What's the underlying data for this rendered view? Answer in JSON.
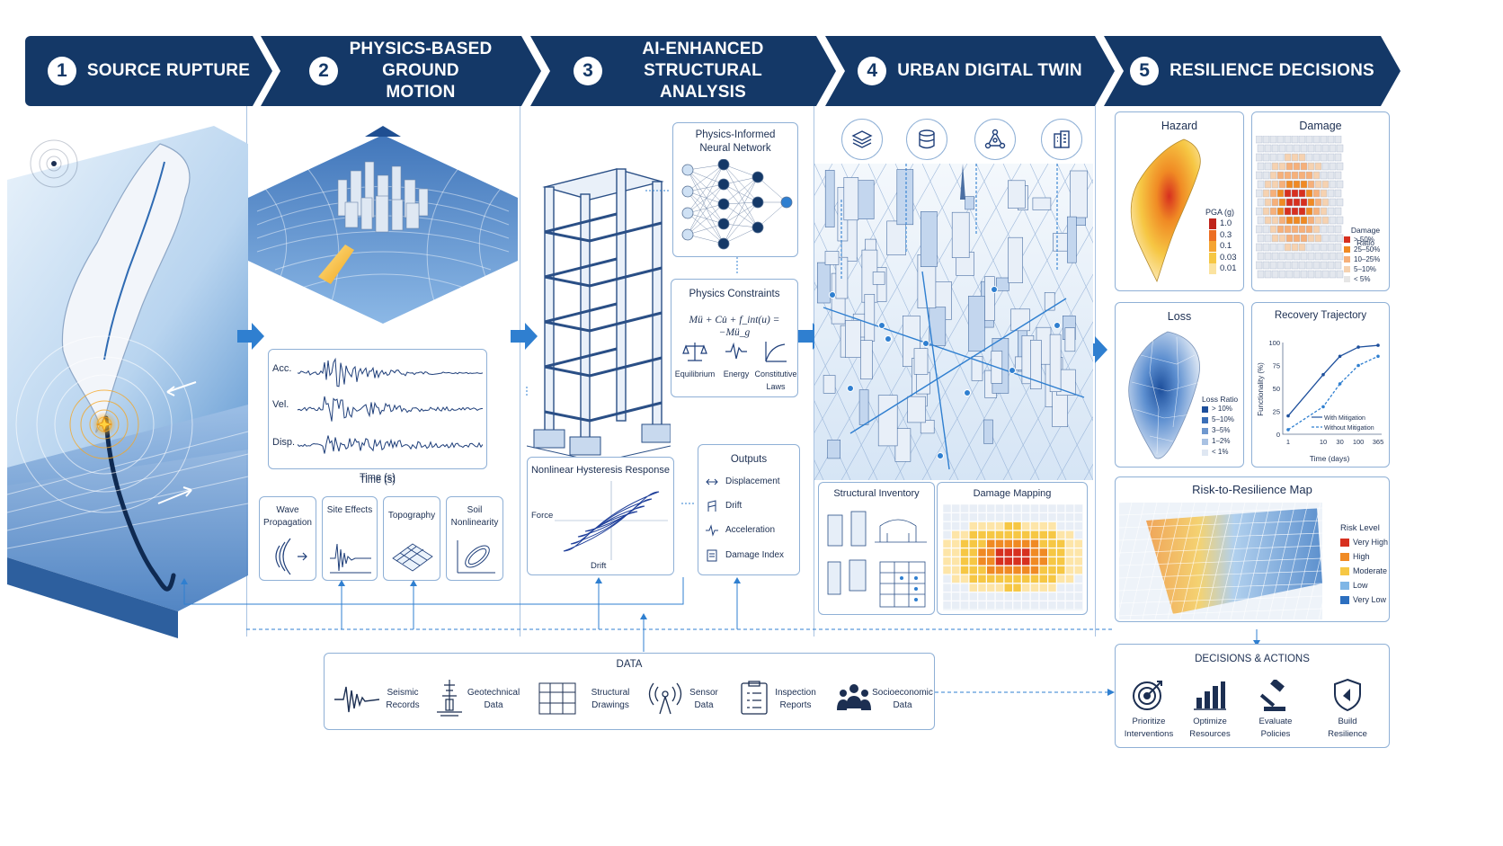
{
  "stages": [
    {
      "num": "1",
      "title": "SOURCE RUPTURE"
    },
    {
      "num": "2",
      "title": "PHYSICS-BASED GROUND MOTION"
    },
    {
      "num": "3",
      "title": "AI-ENHANCED STRUCTURAL ANALYSIS"
    },
    {
      "num": "4",
      "title": "URBAN DIGITAL TWIN"
    },
    {
      "num": "5",
      "title": "RESILIENCE DECISIONS"
    }
  ],
  "ground_motion": {
    "trace_labels": [
      "Acc.",
      "Vel.",
      "Disp."
    ],
    "time_label": "Time (s)",
    "effects": [
      "Wave Propagation",
      "Site Effects",
      "Topography",
      "Soil Nonlinearity"
    ]
  },
  "structural": {
    "pinn_title": "Physics-Informed Neural Network",
    "constraints_title": "Physics Constraints",
    "equation": "Mü + Cu̇ + f_int(u) = −Mü_g",
    "constraint_items": [
      "Equilibrium",
      "Energy",
      "Constitutive Laws"
    ],
    "hysteresis_title": "Nonlinear Hysteresis Response",
    "force_label": "Force",
    "drift_label": "Drift",
    "outputs_title": "Outputs",
    "outputs": [
      "Displacement",
      "Drift",
      "Acceleration",
      "Damage Index"
    ]
  },
  "twin": {
    "inventory_title": "Structural Inventory",
    "mapping_title": "Damage Mapping",
    "icons": [
      "layers-icon",
      "database-icon",
      "network-icon",
      "building-icon"
    ]
  },
  "resilience": {
    "hazard_title": "Hazard",
    "pga_label": "PGA (g)",
    "pga_values": [
      "1.0",
      "0.3",
      "0.1",
      "0.03",
      "0.01"
    ],
    "damage_title": "Damage",
    "damage_ratio_label": "Damage Ratio",
    "damage_levels": [
      "> 50%",
      "25–50%",
      "10–25%",
      "5–10%",
      "< 5%"
    ],
    "loss_title": "Loss",
    "loss_ratio_label": "Loss Ratio",
    "loss_levels": [
      "> 10%",
      "5–10%",
      "3–5%",
      "1–2%",
      "< 1%"
    ],
    "recovery_title": "Recovery Trajectory",
    "recovery_ylabel": "Functionality (%)",
    "recovery_xlabel": "Time (days)",
    "recovery_xticks": [
      "1",
      "10",
      "30",
      "100",
      "365"
    ],
    "recovery_yticks": [
      "100",
      "75",
      "50",
      "25",
      "0"
    ],
    "recovery_series": [
      "With Mitigation",
      "Without Mitigation"
    ],
    "map_title": "Risk-to-Resilience Map",
    "risk_level_label": "Risk Level",
    "risk_levels": [
      "Very High",
      "High",
      "Moderate",
      "Low",
      "Very Low"
    ]
  },
  "data_section": {
    "title": "DATA",
    "items": [
      "Seismic Records",
      "Geotechnical Data",
      "Structural Drawings",
      "Sensor Data",
      "Inspection Reports",
      "Socioeconomic Data"
    ]
  },
  "decisions": {
    "title": "DECISIONS & ACTIONS",
    "items": [
      "Prioritize Interventions",
      "Optimize Resources",
      "Evaluate Policies",
      "Build Resilience"
    ]
  },
  "colors": {
    "navy": "#143867",
    "blue": "#2f7fd0",
    "light_blue": "#cfe1f4",
    "very_high": "#d7301f",
    "high": "#f08a24",
    "moderate": "#f6c744",
    "low": "#7fb6e6",
    "very_low": "#2c6fbf"
  },
  "chart_data": {
    "type": "line",
    "title": "Recovery Trajectory",
    "xlabel": "Time (days)",
    "ylabel": "Functionality (%)",
    "x": [
      1,
      10,
      30,
      100,
      365
    ],
    "ylim": [
      0,
      100
    ],
    "series": [
      {
        "name": "With Mitigation",
        "values": [
          20,
          65,
          85,
          95,
          97
        ]
      },
      {
        "name": "Without Mitigation",
        "values": [
          5,
          30,
          55,
          75,
          85
        ]
      }
    ]
  }
}
